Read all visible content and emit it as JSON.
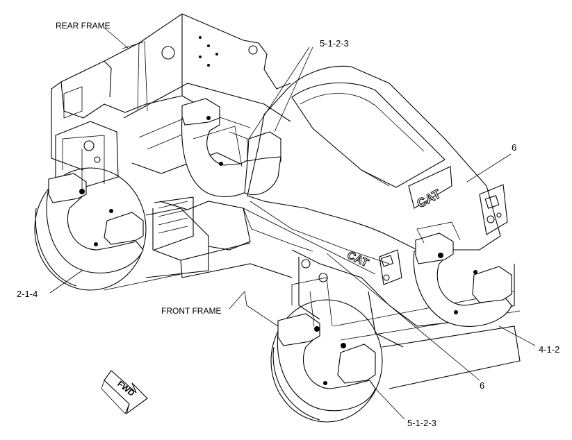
{
  "labels": {
    "rear_frame": "REAR FRAME",
    "front_frame": "FRONT FRAME",
    "fwd": "FWD",
    "brand_logo": "CAT"
  },
  "callouts": {
    "top_5_1_2_3": "5-1-2-3",
    "right_6_upper": "6",
    "left_2_1_4": "2-1-4",
    "right_4_1_2": "4-1-2",
    "bottom_6": "6",
    "bottom_5_1_2_3": "5-1-2-3"
  }
}
